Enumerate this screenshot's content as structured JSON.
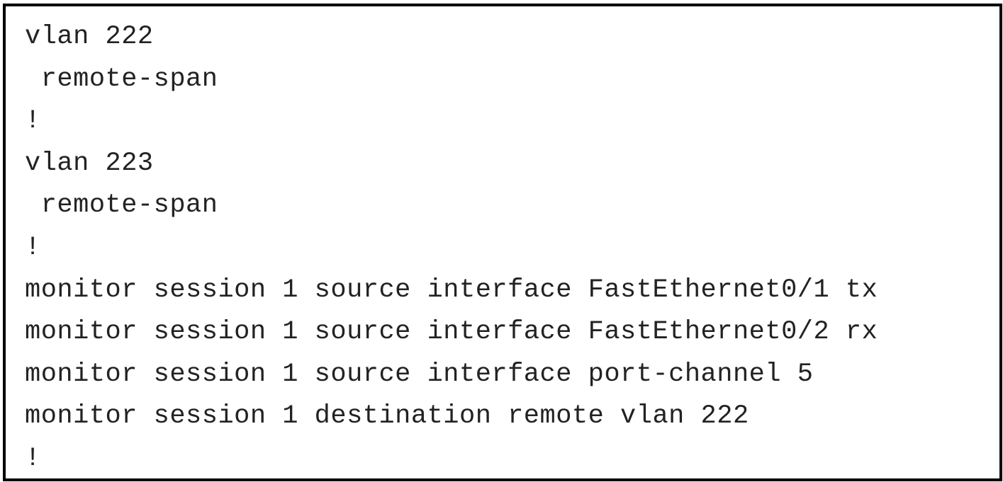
{
  "config_lines": [
    "vlan 222",
    " remote-span",
    "!",
    "vlan 223",
    " remote-span",
    "!",
    "monitor session 1 source interface FastEthernet0/1 tx",
    "monitor session 1 source interface FastEthernet0/2 rx",
    "monitor session 1 source interface port-channel 5",
    "monitor session 1 destination remote vlan 222",
    "!"
  ]
}
